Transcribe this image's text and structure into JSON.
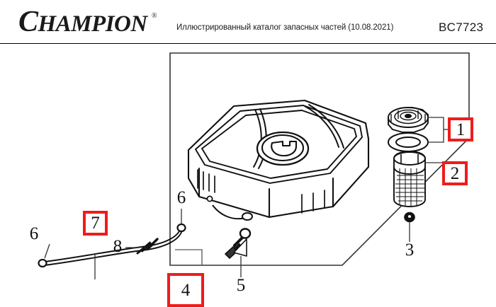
{
  "header": {
    "brand": "CHAMPION",
    "brand_first_letter": "C",
    "brand_rest": "HAMPION",
    "registered_mark": "®",
    "catalog_title": "Иллюстрированный каталог запасных частей (10.08.2021)",
    "model_code": "BC7723"
  },
  "colors": {
    "highlight": "#ee1c1c",
    "line": "#111111",
    "frame": "#333333",
    "background": "#ffffff"
  },
  "diagram": {
    "title": "fuel-tank-assembly-exploded-view",
    "frame_shape": "rectangle-with-cut-bottom-right-corner",
    "callouts": [
      {
        "id": "1",
        "label": "1",
        "highlighted": true,
        "points_to": "fuel-tank-cap-and-gasket"
      },
      {
        "id": "2",
        "label": "2",
        "highlighted": true,
        "points_to": "fuel-tank-strainer"
      },
      {
        "id": "3",
        "label": "3",
        "highlighted": false,
        "points_to": "grommet-washer"
      },
      {
        "id": "4",
        "label": "4",
        "highlighted": true,
        "points_to": "corner-index-box"
      },
      {
        "id": "5",
        "label": "5",
        "highlighted": false,
        "points_to": "fuel-valve-petcock"
      },
      {
        "id": "6a",
        "label": "6",
        "highlighted": false,
        "points_to": "hose-clamp-left"
      },
      {
        "id": "6b",
        "label": "6",
        "highlighted": false,
        "points_to": "hose-clamp-right"
      },
      {
        "id": "7",
        "label": "7",
        "highlighted": true,
        "points_to": "fuel-hose"
      },
      {
        "id": "8",
        "label": "8",
        "highlighted": false,
        "points_to": "bolt-screw"
      }
    ],
    "parts": [
      "fuel-tank",
      "fuel-tank-cap",
      "cap-gasket-ring",
      "fuel-strainer",
      "grommet-washer",
      "fuel-valve",
      "fuel-hose",
      "hose-clamp",
      "bolt-screw"
    ]
  }
}
